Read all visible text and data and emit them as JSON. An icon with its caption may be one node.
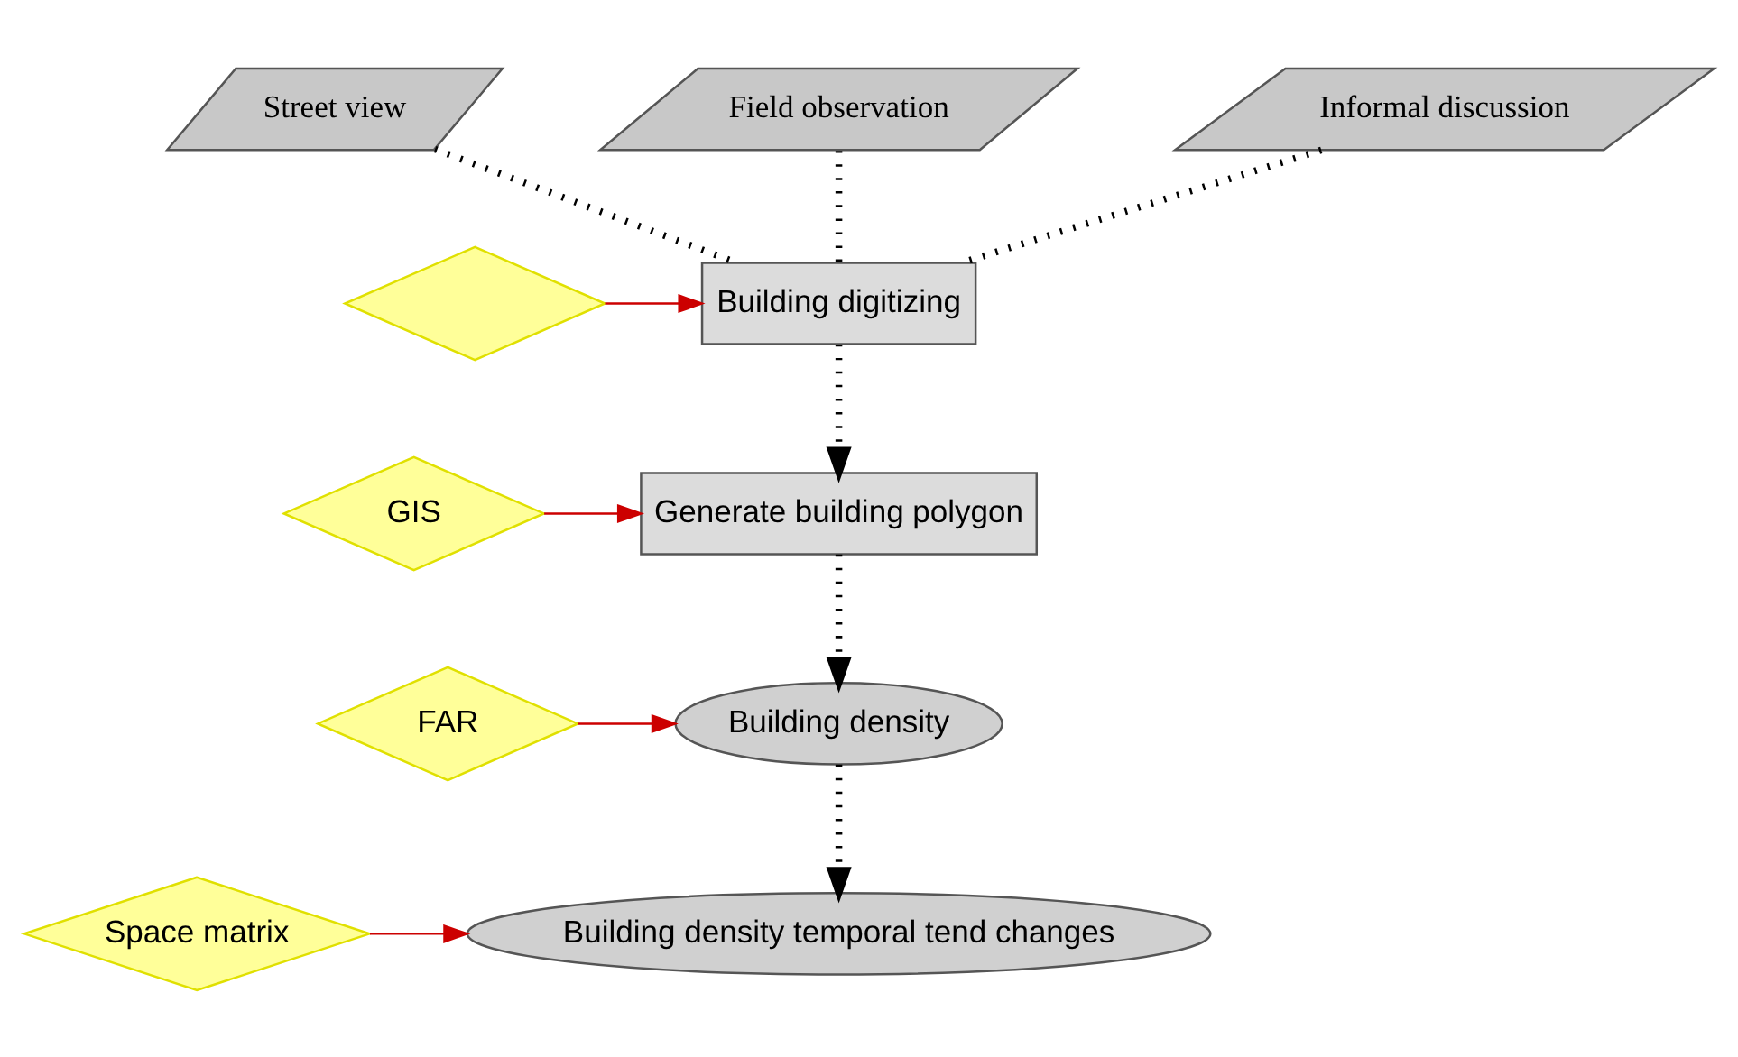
{
  "diagram": {
    "nodes": [
      {
        "text": [
          "Street view"
        ]
      },
      {
        "text": [
          "Field observation"
        ]
      },
      {
        "text": [
          "Informal discussion"
        ]
      },
      {
        "text": [
          "Building digitizing"
        ]
      },
      {
        "text": [
          "Generate building polygon"
        ]
      },
      {
        "text": [
          "Building density"
        ]
      },
      {
        "text": [
          "Building density temporal tend changes"
        ]
      },
      {
        "text": [],
        "shape": "diamond"
      },
      {
        "text": [
          "GIS"
        ]
      },
      {
        "text": [
          "FAR"
        ]
      },
      {
        "text": [
          "Space matrix"
        ]
      }
    ],
    "edges": [
      {
        "from": 0,
        "to": 3,
        "arrow": "none",
        "style": "dashed"
      },
      {
        "from": 1,
        "to": 3,
        "arrow": "none",
        "style": "dashed"
      },
      {
        "from": 2,
        "to": 3,
        "arrow": "none",
        "style": "dashed"
      },
      {
        "from": 3,
        "to": 4,
        "arrow": "to",
        "style": "dashed"
      },
      {
        "from": 4,
        "to": 5,
        "arrow": "to",
        "style": "dashed"
      },
      {
        "from": 5,
        "to": 6,
        "arrow": "to",
        "style": "dashed"
      },
      {
        "from": 7,
        "to": 3,
        "arrow": "to",
        "color": "#cc0000"
      },
      {
        "from": 8,
        "to": 4,
        "arrow": "to",
        "color": "#cc0000"
      },
      {
        "from": 9,
        "to": 5,
        "arrow": "to",
        "color": "#cc0000"
      },
      {
        "from": 10,
        "to": 6,
        "arrow": "to",
        "color": "#cc0000"
      }
    ]
  }
}
